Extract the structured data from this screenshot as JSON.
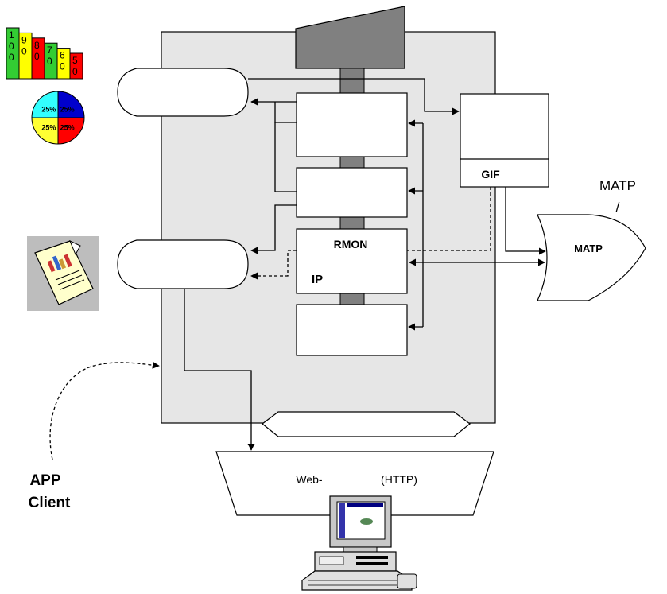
{
  "labels": {
    "gif": "GIF",
    "rmon": "RMON",
    "ip": "IP",
    "matp_block": "MATP",
    "matp_side": "MATP",
    "matp_slash": "/",
    "web": "Web-",
    "http": "(HTTP)",
    "app": "APP",
    "client": "Client"
  },
  "bar_icon": {
    "bars": [
      {
        "digits": [
          "1",
          "0",
          "0"
        ],
        "color": "#33cc33",
        "value": 100
      },
      {
        "digits": [
          "9",
          "0"
        ],
        "color": "#ffff00",
        "value": 90
      },
      {
        "digits": [
          "8",
          "0"
        ],
        "color": "#ff0000",
        "value": 80
      },
      {
        "digits": [
          "7",
          "0"
        ],
        "color": "#33cc33",
        "value": 70
      },
      {
        "digits": [
          "6",
          "0"
        ],
        "color": "#ffff00",
        "value": 60
      },
      {
        "digits": [
          "5",
          "0"
        ],
        "color": "#ff0000",
        "value": 50
      }
    ]
  },
  "pie_icon": {
    "slices": [
      {
        "label": "25%",
        "color": "#33ffff",
        "value": 25
      },
      {
        "label": "25%",
        "color": "#0000cc",
        "value": 25
      },
      {
        "label": "25%",
        "color": "#ff0000",
        "value": 25
      },
      {
        "label": "25%",
        "color": "#ffff33",
        "value": 25
      }
    ]
  },
  "colors": {
    "panel": "#e6e6e6",
    "bus": "#808080",
    "document": "#ffffcc",
    "shadow": "#bdbdbd"
  }
}
